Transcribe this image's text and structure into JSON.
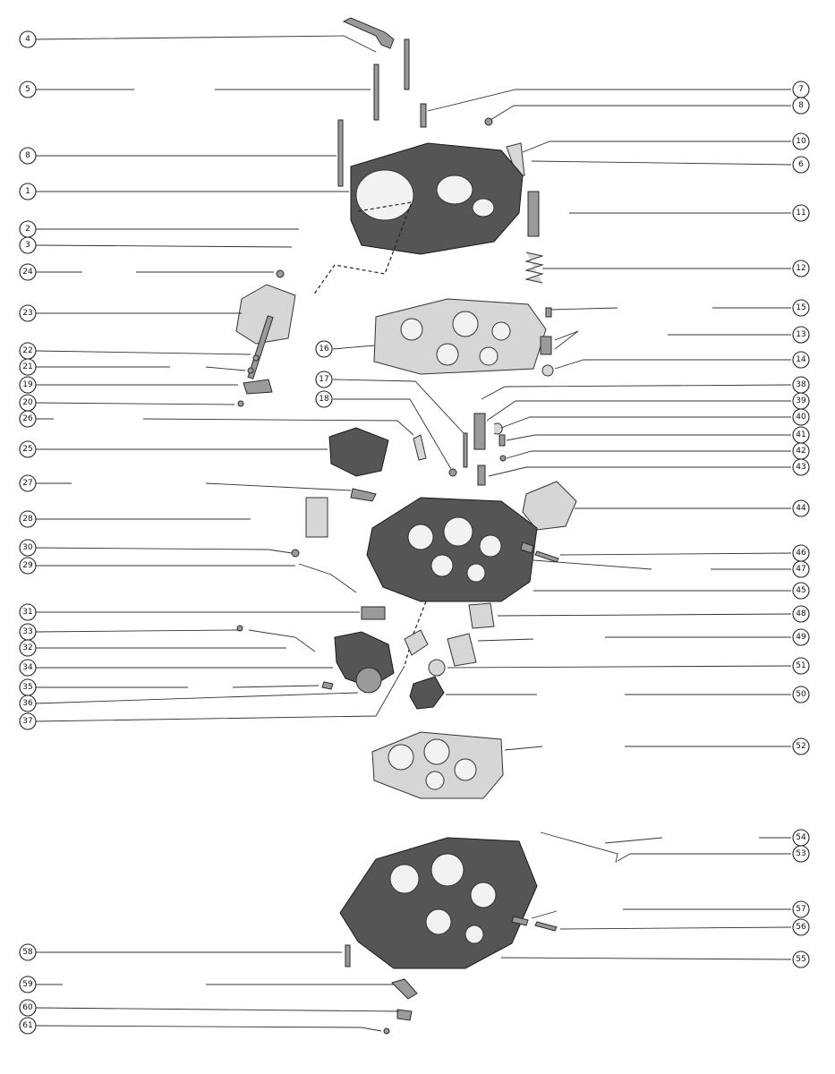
{
  "callouts": [
    {
      "id": "c4",
      "label": "4",
      "side": "left"
    },
    {
      "id": "c5",
      "label": "5",
      "side": "left"
    },
    {
      "id": "c8l",
      "label": "8",
      "side": "left"
    },
    {
      "id": "c1",
      "label": "1",
      "side": "left"
    },
    {
      "id": "c2",
      "label": "2",
      "side": "left"
    },
    {
      "id": "c3",
      "label": "3",
      "side": "left"
    },
    {
      "id": "c24",
      "label": "24",
      "side": "left"
    },
    {
      "id": "c23",
      "label": "23",
      "side": "left"
    },
    {
      "id": "c22",
      "label": "22",
      "side": "left"
    },
    {
      "id": "c21",
      "label": "21",
      "side": "left"
    },
    {
      "id": "c19",
      "label": "19",
      "side": "left"
    },
    {
      "id": "c20",
      "label": "20",
      "side": "left"
    },
    {
      "id": "c26",
      "label": "26",
      "side": "left"
    },
    {
      "id": "c25",
      "label": "25",
      "side": "left"
    },
    {
      "id": "c27",
      "label": "27",
      "side": "left"
    },
    {
      "id": "c28",
      "label": "28",
      "side": "left"
    },
    {
      "id": "c30",
      "label": "30",
      "side": "left"
    },
    {
      "id": "c29",
      "label": "29",
      "side": "left"
    },
    {
      "id": "c31",
      "label": "31",
      "side": "left"
    },
    {
      "id": "c33",
      "label": "33",
      "side": "left"
    },
    {
      "id": "c32",
      "label": "32",
      "side": "left"
    },
    {
      "id": "c34",
      "label": "34",
      "side": "left"
    },
    {
      "id": "c35",
      "label": "35",
      "side": "left"
    },
    {
      "id": "c36",
      "label": "36",
      "side": "left"
    },
    {
      "id": "c37",
      "label": "37",
      "side": "left"
    },
    {
      "id": "c16",
      "label": "16",
      "side": "middle"
    },
    {
      "id": "c17",
      "label": "17",
      "side": "middle"
    },
    {
      "id": "c18",
      "label": "18",
      "side": "middle"
    },
    {
      "id": "c7",
      "label": "7",
      "side": "right"
    },
    {
      "id": "c8r",
      "label": "8",
      "side": "right"
    },
    {
      "id": "c10",
      "label": "10",
      "side": "right"
    },
    {
      "id": "c6",
      "label": "6",
      "side": "right"
    },
    {
      "id": "c11",
      "label": "11",
      "side": "right"
    },
    {
      "id": "c12",
      "label": "12",
      "side": "right"
    },
    {
      "id": "c15",
      "label": "15",
      "side": "right"
    },
    {
      "id": "c13",
      "label": "13",
      "side": "right"
    },
    {
      "id": "c14",
      "label": "14",
      "side": "right"
    },
    {
      "id": "c38",
      "label": "38",
      "side": "right"
    },
    {
      "id": "c39",
      "label": "39",
      "side": "right"
    },
    {
      "id": "c40",
      "label": "40",
      "side": "right"
    },
    {
      "id": "c41",
      "label": "41",
      "side": "right"
    },
    {
      "id": "c42",
      "label": "42",
      "side": "right"
    },
    {
      "id": "c43",
      "label": "43",
      "side": "right"
    },
    {
      "id": "c44",
      "label": "44",
      "side": "right"
    },
    {
      "id": "c46",
      "label": "46",
      "side": "right"
    },
    {
      "id": "c47",
      "label": "47",
      "side": "right"
    },
    {
      "id": "c45",
      "label": "45",
      "side": "right"
    },
    {
      "id": "c48",
      "label": "48",
      "side": "right"
    },
    {
      "id": "c49",
      "label": "49",
      "side": "right"
    },
    {
      "id": "c51",
      "label": "51",
      "side": "right"
    },
    {
      "id": "c50",
      "label": "50",
      "side": "right"
    },
    {
      "id": "c52",
      "label": "52",
      "side": "right"
    },
    {
      "id": "c54",
      "label": "54",
      "side": "right"
    },
    {
      "id": "c53",
      "label": "53",
      "side": "right"
    },
    {
      "id": "c57",
      "label": "57",
      "side": "right"
    },
    {
      "id": "c56",
      "label": "56",
      "side": "right"
    },
    {
      "id": "c55",
      "label": "55",
      "side": "right"
    },
    {
      "id": "c58",
      "label": "58",
      "side": "left"
    },
    {
      "id": "c59",
      "label": "59",
      "side": "left"
    },
    {
      "id": "c60",
      "label": "60",
      "side": "left"
    },
    {
      "id": "c61",
      "label": "61",
      "side": "left"
    }
  ]
}
